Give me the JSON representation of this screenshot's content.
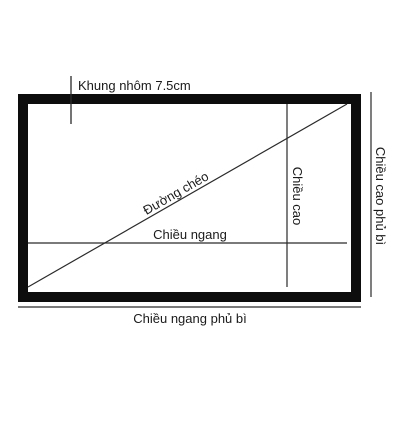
{
  "labels": {
    "frame_width": "Khung nhôm 7.5cm",
    "diagonal": "Đường chéo",
    "inner_height": "Chiều cao",
    "inner_width": "Chiều ngang",
    "outer_width": "Chiều ngang phủ bì",
    "outer_height": "Chiều cao phủ bì"
  },
  "colors": {
    "frame": "#0d0d0d",
    "lines": "#2a2a2a",
    "background": "#ffffff"
  }
}
